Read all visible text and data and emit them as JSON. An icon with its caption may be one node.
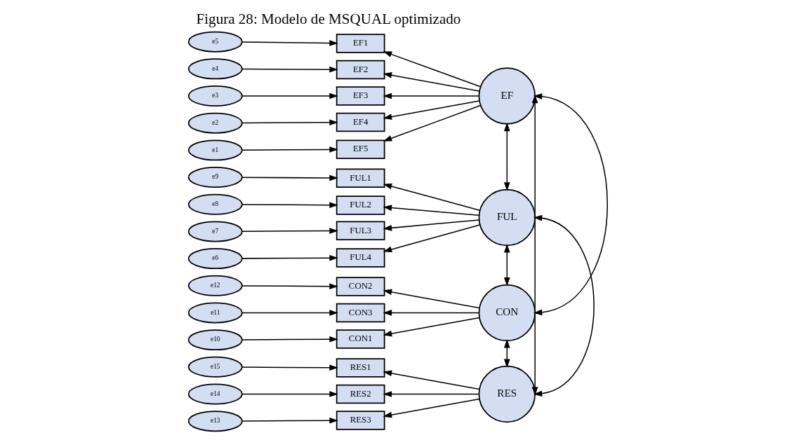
{
  "diagram": {
    "title": "Figura 28: Modelo de MSQUAL optimizado",
    "nodes": [
      {
        "text": [
          "e5"
        ]
      },
      {
        "text": [
          "e4"
        ]
      },
      {
        "text": [
          "e3"
        ]
      },
      {
        "text": [
          "e2"
        ]
      },
      {
        "text": [
          "e1"
        ]
      },
      {
        "text": [
          "e9"
        ]
      },
      {
        "text": [
          "e8"
        ]
      },
      {
        "text": [
          "e7"
        ]
      },
      {
        "text": [
          "e6"
        ]
      },
      {
        "text": [
          "e12"
        ]
      },
      {
        "text": [
          "e11"
        ]
      },
      {
        "text": [
          "e10"
        ]
      },
      {
        "text": [
          "e15"
        ]
      },
      {
        "text": [
          "e14"
        ]
      },
      {
        "text": [
          "e13"
        ]
      },
      {
        "text": [
          "EF1"
        ]
      },
      {
        "text": [
          "EF2"
        ]
      },
      {
        "text": [
          "EF3"
        ]
      },
      {
        "text": [
          "EF4"
        ]
      },
      {
        "text": [
          "EF5"
        ]
      },
      {
        "text": [
          "FUL1"
        ]
      },
      {
        "text": [
          "FUL2"
        ]
      },
      {
        "text": [
          "FUL3"
        ]
      },
      {
        "text": [
          "FUL4"
        ]
      },
      {
        "text": [
          "CON2"
        ]
      },
      {
        "text": [
          "CON3"
        ]
      },
      {
        "text": [
          "CON1"
        ]
      },
      {
        "text": [
          "RES1"
        ]
      },
      {
        "text": [
          "RES2"
        ]
      },
      {
        "text": [
          "RES3"
        ]
      },
      {
        "text": [
          "EF"
        ]
      },
      {
        "text": [
          "FUL"
        ]
      },
      {
        "text": [
          "CON"
        ]
      },
      {
        "text": [
          "RES"
        ]
      }
    ],
    "edges": [
      {
        "from": 0,
        "to": 15,
        "arrow": "to"
      },
      {
        "from": 1,
        "to": 16,
        "arrow": "to"
      },
      {
        "from": 2,
        "to": 17,
        "arrow": "to"
      },
      {
        "from": 3,
        "to": 18,
        "arrow": "to"
      },
      {
        "from": 4,
        "to": 19,
        "arrow": "to"
      },
      {
        "from": 5,
        "to": 20,
        "arrow": "to"
      },
      {
        "from": 6,
        "to": 21,
        "arrow": "to"
      },
      {
        "from": 7,
        "to": 22,
        "arrow": "to"
      },
      {
        "from": 8,
        "to": 23,
        "arrow": "to"
      },
      {
        "from": 9,
        "to": 24,
        "arrow": "to"
      },
      {
        "from": 10,
        "to": 25,
        "arrow": "to"
      },
      {
        "from": 11,
        "to": 26,
        "arrow": "to"
      },
      {
        "from": 12,
        "to": 27,
        "arrow": "to"
      },
      {
        "from": 13,
        "to": 28,
        "arrow": "to"
      },
      {
        "from": 14,
        "to": 29,
        "arrow": "to"
      },
      {
        "from": 30,
        "to": 15,
        "arrow": "to"
      },
      {
        "from": 30,
        "to": 16,
        "arrow": "to"
      },
      {
        "from": 30,
        "to": 17,
        "arrow": "to"
      },
      {
        "from": 30,
        "to": 18,
        "arrow": "to"
      },
      {
        "from": 30,
        "to": 19,
        "arrow": "to"
      },
      {
        "from": 31,
        "to": 20,
        "arrow": "to"
      },
      {
        "from": 31,
        "to": 21,
        "arrow": "to"
      },
      {
        "from": 31,
        "to": 22,
        "arrow": "to"
      },
      {
        "from": 31,
        "to": 23,
        "arrow": "to"
      },
      {
        "from": 32,
        "to": 24,
        "arrow": "to"
      },
      {
        "from": 32,
        "to": 25,
        "arrow": "to"
      },
      {
        "from": 32,
        "to": 26,
        "arrow": "to"
      },
      {
        "from": 33,
        "to": 27,
        "arrow": "to"
      },
      {
        "from": 33,
        "to": 28,
        "arrow": "to"
      },
      {
        "from": 33,
        "to": 29,
        "arrow": "to"
      },
      {
        "from": 30,
        "to": 31,
        "arrow": "both"
      },
      {
        "from": 30,
        "to": 32,
        "arrow": "both"
      },
      {
        "from": 30,
        "to": 33,
        "arrow": "both"
      },
      {
        "from": 31,
        "to": 32,
        "arrow": "both"
      },
      {
        "from": 31,
        "to": 33,
        "arrow": "both"
      },
      {
        "from": 32,
        "to": 33,
        "arrow": "both"
      }
    ]
  }
}
